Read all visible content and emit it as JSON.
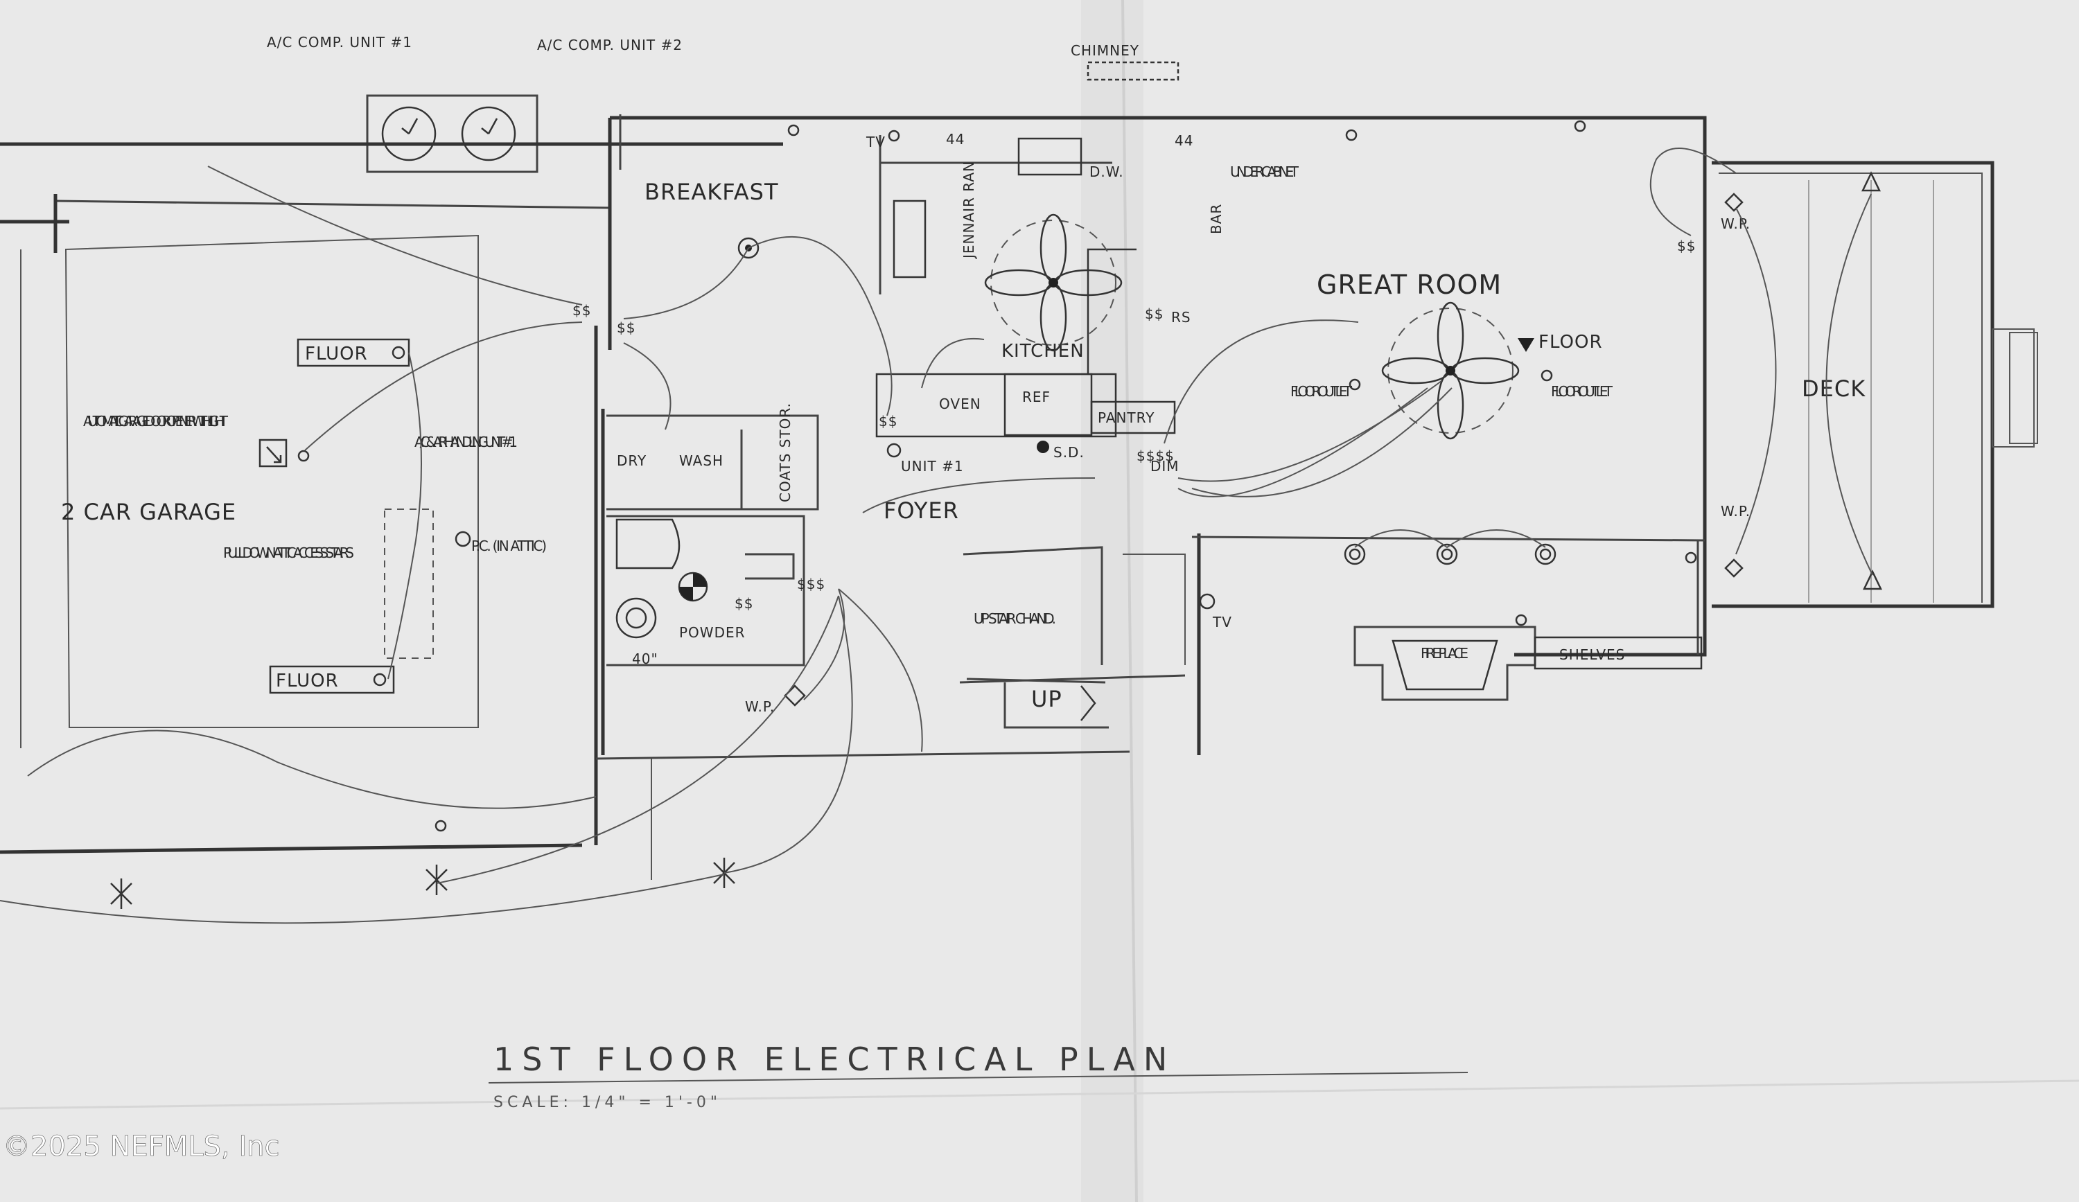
{
  "plan": {
    "title": "1ST FLOOR ELECTRICAL PLAN",
    "scale": "SCALE: 1/4\" = 1'-0\""
  },
  "rooms": {
    "breakfast": "BREAKFAST",
    "kitchen": "KITCHEN",
    "great_room": "GREAT ROOM",
    "garage": "2 CAR GARAGE",
    "foyer": "FOYER",
    "deck": "DECK",
    "powder": "POWDER",
    "pantry": "PANTRY",
    "bar": "BAR"
  },
  "labels": {
    "ac_unit1": "A/C COMP. UNIT #1",
    "ac_unit2": "A/C COMP. UNIT #2",
    "chimney": "CHIMNEY",
    "tv_top": "TV",
    "outlet_44a": "44",
    "outlet_44b": "44",
    "dw": "D.W.",
    "under_cabinet": "UNDER CABINET",
    "jennair": "JENNAIR RAN",
    "oven": "OVEN",
    "ref": "REF",
    "rs": "RS",
    "floor": "FLOOR",
    "floor_outlet_left": "FLOOR OUTLET",
    "floor_outlet_right": "FLOOR OUTLET",
    "fluor_top": "FLUOR",
    "fluor_bottom": "FLUOR",
    "garage_door": "AUTOMATIC GARAGE DOOR OPENER WITH LIGHT",
    "ac_air": "A/C & AIR HANDLING UNIT #1",
    "dry": "DRY",
    "wash": "WASH",
    "coats_stor": "COATS STOR.",
    "unit1": "UNIT #1",
    "sd": "S.D.",
    "pull_down": "PULL DOWN ATTIC ACCESS STAIRS",
    "pc_attic": "P.C. (IN ATTIC)",
    "stair_chand": "UP STAIR CHAND.",
    "up": "UP",
    "tv_mid": "TV",
    "fireplace": "FIRE PLACE",
    "shelves": "SHELVES",
    "wp_left": "W.P.",
    "wp_deck_top": "W.P.",
    "wp_deck_bottom": "W.P.",
    "powder_ceil": "40\"",
    "dim": "DIM"
  },
  "watermark": "©2025 NEFMLS, Inc",
  "colors": {
    "paper": "#e9e9e9",
    "ink": "#333333"
  }
}
